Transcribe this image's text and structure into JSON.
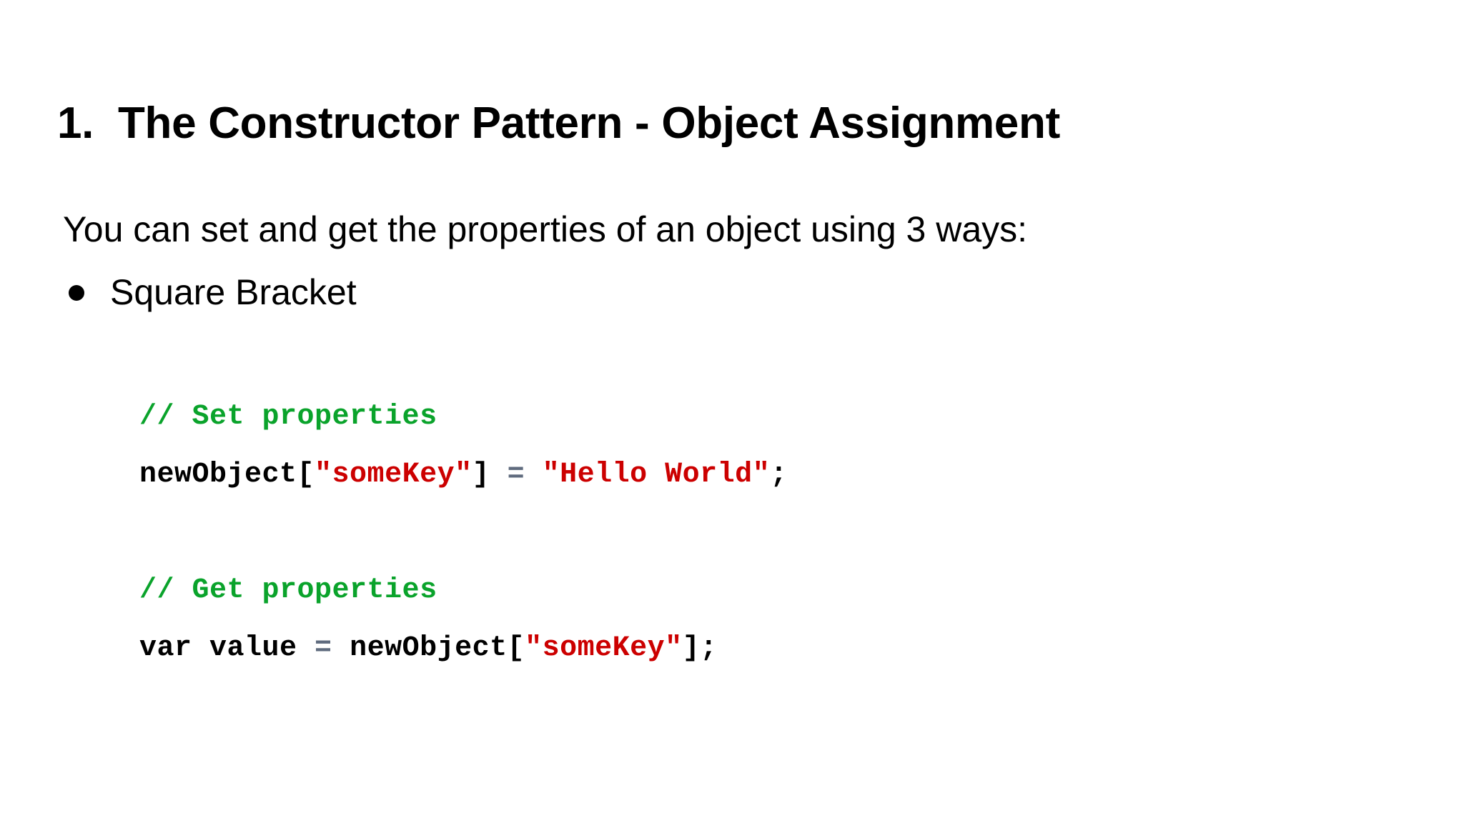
{
  "slide": {
    "title": "1.  The Constructor Pattern - Object Assignment",
    "subtitle": "You can set and get the properties of an object using 3 ways:",
    "bullets": [
      {
        "marker": "bullet-dot",
        "label": "Square Bracket"
      }
    ]
  },
  "code": {
    "language": "javascript",
    "lines": [
      {
        "id": "set-comment",
        "text": "// Set properties",
        "tokens": [
          {
            "text": "// Set properties",
            "type": "comment"
          }
        ]
      },
      {
        "id": "set-statement",
        "text": "newObject[\"someKey\"] = \"Hello World\";",
        "tokens": [
          {
            "text": "newObject[",
            "type": "plain"
          },
          {
            "text": "\"someKey\"",
            "type": "string"
          },
          {
            "text": "] ",
            "type": "plain"
          },
          {
            "text": "=",
            "type": "op"
          },
          {
            "text": " ",
            "type": "plain"
          },
          {
            "text": "\"Hello World\"",
            "type": "string"
          },
          {
            "text": ";",
            "type": "plain"
          }
        ]
      },
      {
        "id": "spacer",
        "text": "",
        "tokens": []
      },
      {
        "id": "get-comment",
        "text": "// Get properties",
        "tokens": [
          {
            "text": "// Get properties",
            "type": "comment"
          }
        ]
      },
      {
        "id": "get-statement",
        "text": "var value = newObject[\"someKey\"];",
        "tokens": [
          {
            "text": "var value ",
            "type": "plain"
          },
          {
            "text": "=",
            "type": "op"
          },
          {
            "text": " newObject[",
            "type": "plain"
          },
          {
            "text": "\"someKey\"",
            "type": "string"
          },
          {
            "text": "];",
            "type": "plain"
          }
        ]
      }
    ]
  },
  "colors": {
    "background": "#ffffff",
    "text": "#000000",
    "comment": "#0aa32b",
    "string": "#cc0000",
    "operator": "#5f6b7e"
  }
}
